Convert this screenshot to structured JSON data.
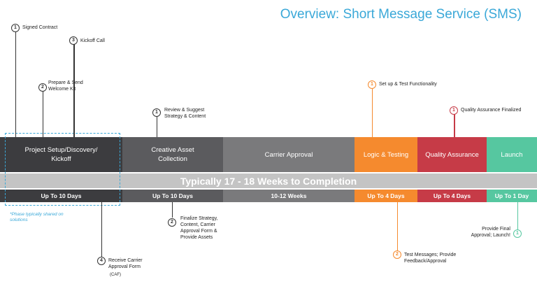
{
  "title": "Overview: Short Message Service (SMS)",
  "phases": [
    {
      "label": "Project Setup/Discovery/ Kickoff",
      "duration": "Up To 10 Days",
      "color": "#3c3c3f",
      "dur_color": "#3c3c3f"
    },
    {
      "label": "Creative Asset Collection",
      "duration": "Up To 10 Days",
      "color": "#5b5b5e",
      "dur_color": "#5b5b5e"
    },
    {
      "label": "Carrier Approval",
      "duration": "10-12 Weeks",
      "color": "#7a7a7c",
      "dur_color": "#7a7a7c"
    },
    {
      "label": "Logic & Testing",
      "duration": "Up To 4 Days",
      "color": "#f58a2e",
      "dur_color": "#f58a2e"
    },
    {
      "label": "Quality Assurance",
      "duration": "Up To 4 Days",
      "color": "#c63b47",
      "dur_color": "#c63b47"
    },
    {
      "label": "Launch",
      "duration": "Up To 1 Day",
      "color": "#56c7a0",
      "dur_color": "#56c7a0"
    }
  ],
  "banner": "Typically 17 - 18 Weeks to Completion",
  "shared_note": "*Phase typically shared on solutions",
  "milestones": {
    "signed_contract": {
      "num": "1",
      "text": "Signed Contract"
    },
    "kickoff_call": {
      "num": "3",
      "text": "Kickoff Call"
    },
    "welcome_kit": {
      "num": "2",
      "text": "Prepare & Send Welcome Kit"
    },
    "review_strategy": {
      "num": "1",
      "text": "Review & Suggest Strategy & Content"
    },
    "setup_test": {
      "num": "1",
      "text": "Set up & Test Functionality"
    },
    "qa_finalized": {
      "num": "1",
      "text": "Quality Assurance Finalized"
    },
    "finalize_strategy": {
      "num": "2",
      "text": "Finalize Strategy, Content, Carrier Approval Form & Provide Assets"
    },
    "receive_caf": {
      "num": "4",
      "text": "Receive Carrier Approval Form",
      "sub": "(CAF)"
    },
    "test_messages": {
      "num": "2",
      "text": "Test Messages; Provide Feedback/Approval"
    },
    "final_approval": {
      "num": "1",
      "text": "Provide Final Approval; Launch!"
    }
  }
}
